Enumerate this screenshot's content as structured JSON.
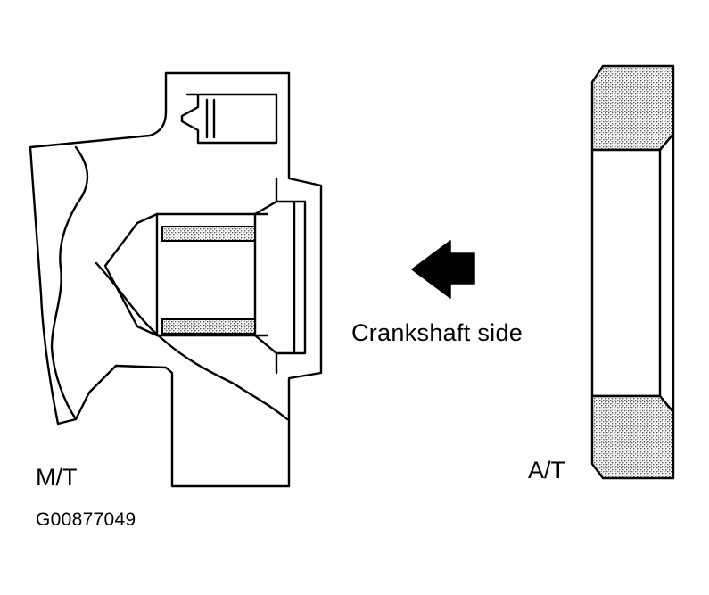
{
  "labels": {
    "crankshaft_side": "Crankshaft side",
    "manual_transmission": "M/T",
    "automatic_transmission": "A/T",
    "figure_code": "G00877049"
  },
  "icons": {
    "direction_arrow": "left-arrow-icon"
  },
  "colors": {
    "line": "#000000",
    "background": "#ffffff",
    "hatch": "#9a9a9a"
  }
}
